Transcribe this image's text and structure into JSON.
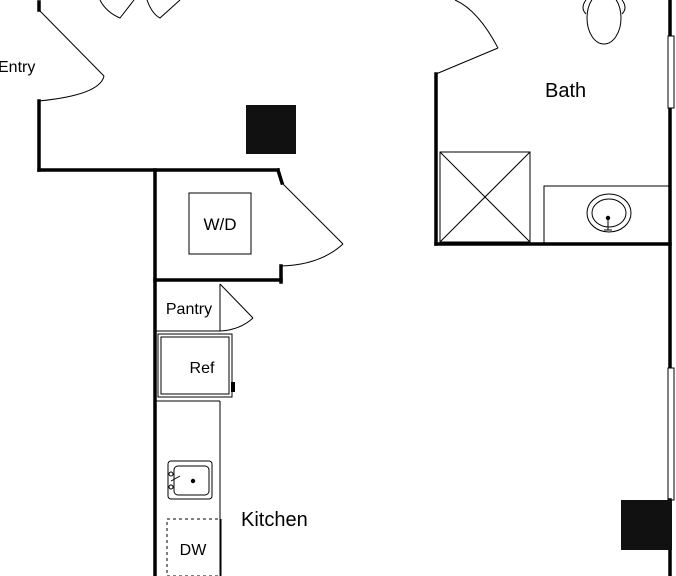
{
  "rooms": {
    "entry": "Entry",
    "bath": "Bath",
    "wd": "W/D",
    "pantry": "Pantry",
    "ref": "Ref",
    "kitchen": "Kitchen",
    "dw": "DW"
  }
}
